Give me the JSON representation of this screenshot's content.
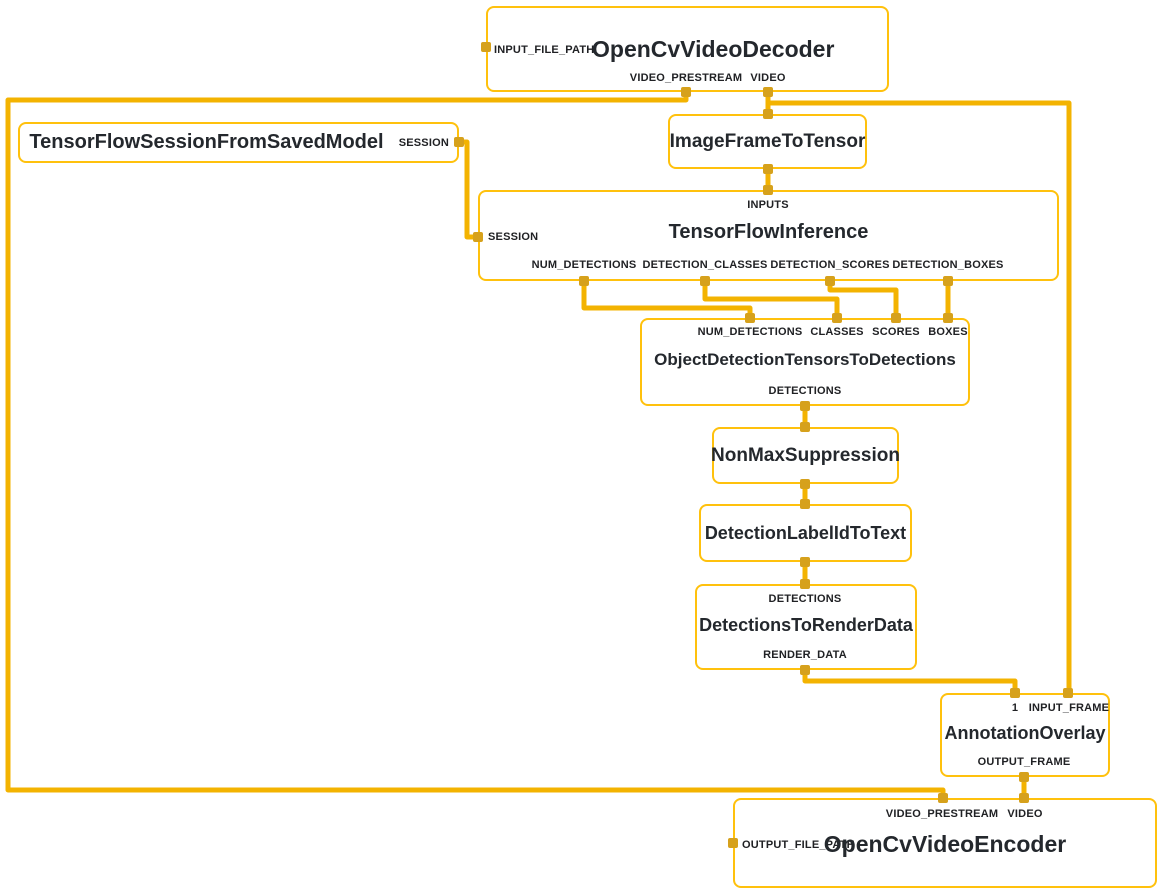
{
  "colors": {
    "wire": "#F3B301",
    "node_border": "#FFC10D",
    "port": "#D6A11C",
    "text": "#202124"
  },
  "nodes": {
    "decoder": {
      "title": "OpenCvVideoDecoder",
      "side_input": "INPUT_FILE_PATH",
      "bottom_ports": [
        "VIDEO_PRESTREAM",
        "VIDEO"
      ]
    },
    "tf_session": {
      "title": "TensorFlowSessionFromSavedModel",
      "side_output": "SESSION"
    },
    "image_frame_to_tensor": {
      "title": "ImageFrameToTensor"
    },
    "tf_inference": {
      "title": "TensorFlowInference",
      "top_port": "INPUTS",
      "side_input": "SESSION",
      "bottom_ports": [
        "NUM_DETECTIONS",
        "DETECTION_CLASSES",
        "DETECTION_SCORES",
        "DETECTION_BOXES"
      ]
    },
    "tensors_to_detections": {
      "title": "ObjectDetectionTensorsToDetections",
      "top_ports": [
        "NUM_DETECTIONS",
        "CLASSES",
        "SCORES",
        "BOXES"
      ],
      "bottom_port": "DETECTIONS"
    },
    "non_max_suppression": {
      "title": "NonMaxSuppression"
    },
    "label_id_to_text": {
      "title": "DetectionLabelIdToText"
    },
    "detections_to_render_data": {
      "title": "DetectionsToRenderData",
      "top_port": "DETECTIONS",
      "bottom_port": "RENDER_DATA"
    },
    "annotation_overlay": {
      "title": "AnnotationOverlay",
      "top_ports": [
        "1",
        "INPUT_FRAME"
      ],
      "bottom_port": "OUTPUT_FRAME"
    },
    "encoder": {
      "title": "OpenCvVideoEncoder",
      "side_input": "OUTPUT_FILE_PATH",
      "top_ports": [
        "VIDEO_PRESTREAM",
        "VIDEO"
      ]
    }
  }
}
